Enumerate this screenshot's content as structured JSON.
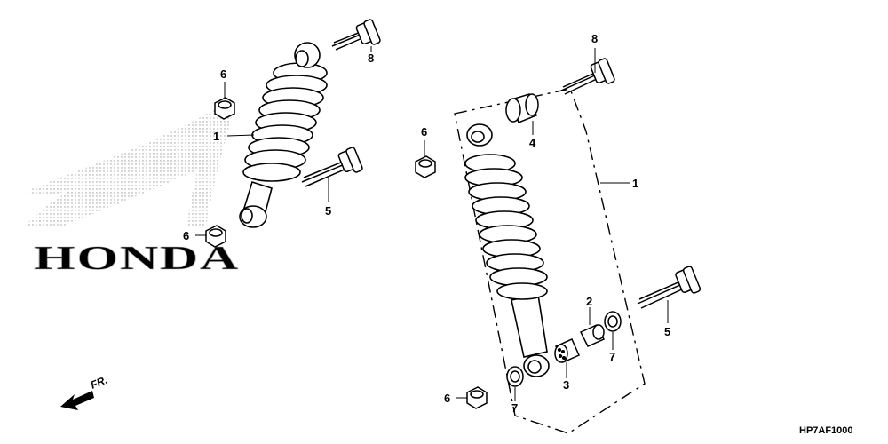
{
  "diagram": {
    "code": "HP7AF1000",
    "direction_label": "FR.",
    "brand_watermark": "HONDA",
    "callouts": [
      {
        "id": "c1",
        "num": "1"
      },
      {
        "id": "c2",
        "num": "2"
      },
      {
        "id": "c3",
        "num": "3"
      },
      {
        "id": "c4",
        "num": "4"
      },
      {
        "id": "c5",
        "num": "5"
      },
      {
        "id": "c6",
        "num": "6"
      },
      {
        "id": "c7",
        "num": "7"
      },
      {
        "id": "c8",
        "num": "8"
      }
    ],
    "colors": {
      "ink": "#000000",
      "background": "#ffffff",
      "watermark": "#9a9a9a"
    }
  }
}
